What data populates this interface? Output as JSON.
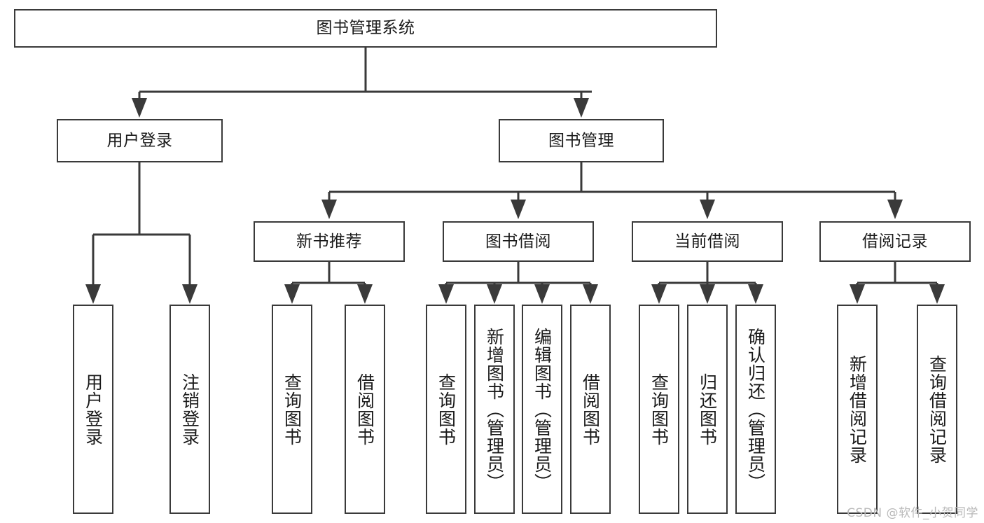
{
  "diagram": {
    "title": "图书管理系统",
    "type": "tree-hierarchy-diagram",
    "watermark": "CSDN @软件_小贺同学",
    "colors": {
      "box_border": "#3a3a3a",
      "box_fill": "#ffffff",
      "line": "#3a3a3a",
      "text": "#1a1a1a",
      "watermark": "#b9b9b9"
    },
    "root": {
      "label": "图书管理系统"
    },
    "level2": [
      {
        "label": "用户登录"
      },
      {
        "label": "图书管理"
      }
    ],
    "level3": [
      {
        "label": "新书推荐"
      },
      {
        "label": "图书借阅"
      },
      {
        "label": "当前借阅"
      },
      {
        "label": "借阅记录"
      }
    ],
    "leaves": {
      "user_login": [
        {
          "label": "用户登录"
        },
        {
          "label": "注销登录"
        }
      ],
      "new_book_recommend": [
        {
          "label": "查询图书"
        },
        {
          "label": "借阅图书"
        }
      ],
      "book_borrow": [
        {
          "label": "查询图书"
        },
        {
          "label": "新增图书（管理员）"
        },
        {
          "label": "编辑图书（管理员）"
        },
        {
          "label": "借阅图书"
        }
      ],
      "current_borrow": [
        {
          "label": "查询图书"
        },
        {
          "label": "归还图书"
        },
        {
          "label": "确认归还（管理员）"
        }
      ],
      "borrow_record": [
        {
          "label": "新增借阅记录"
        },
        {
          "label": "查询借阅记录"
        }
      ]
    }
  }
}
